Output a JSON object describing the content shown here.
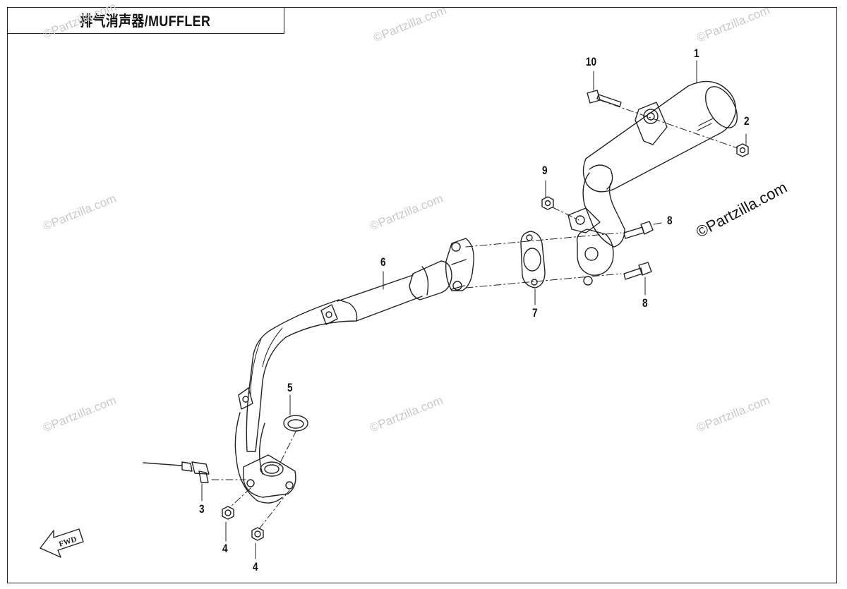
{
  "title": "排气消声器/MUFFLER",
  "watermark": "©Partzilla.com",
  "main_watermark": "©Partzilla.com",
  "fwd_label": "FWD",
  "callouts": {
    "c1": "1",
    "c2": "2",
    "c3": "3",
    "c4a": "4",
    "c4b": "4",
    "c5": "5",
    "c6": "6",
    "c7": "7",
    "c8a": "8",
    "c8b": "8",
    "c9": "9",
    "c10": "10"
  },
  "colors": {
    "line": "#222222",
    "watermark": "#c9c9c9"
  }
}
